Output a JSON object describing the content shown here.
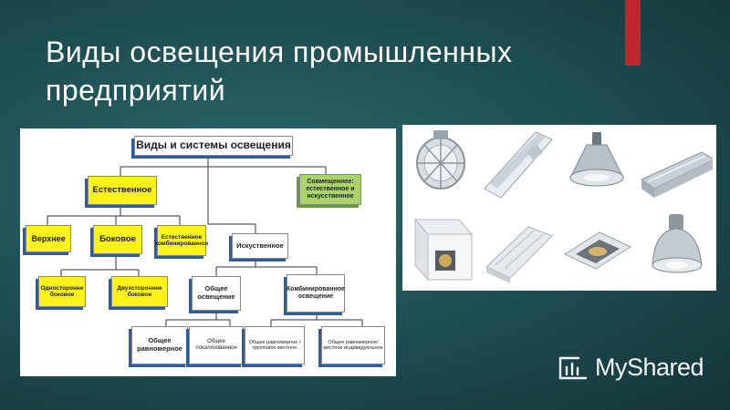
{
  "slide": {
    "title": "Виды освещения промышленных предприятий",
    "accent_color": "#c0272d"
  },
  "diagram": {
    "root": "Виды и системы освещения",
    "natural": "Естественное",
    "combined": "Совмещенное: естественное и искусственное",
    "top": "Верхнее",
    "side": "Боковое",
    "natural_combined": "Естественное комбинированное",
    "one_sided": "Односторонне боковое",
    "two_sided": "Двухстороннее боковое",
    "artificial": "Искуственное",
    "general": "Общее освещение",
    "combined_lighting": "Комбинированное освещение",
    "general_uniform": "Общее равномерное",
    "general_localized": "Общее локализованное",
    "general_group": "Общее равномерное / групповое местное",
    "general_individual": "Общее равномерное/ местное индивидуальное"
  },
  "photos": [
    {
      "name": "round-fixture"
    },
    {
      "name": "tube-fixture"
    },
    {
      "name": "pendant-lamp"
    },
    {
      "name": "linear-housing"
    },
    {
      "name": "box-fixture"
    },
    {
      "name": "flat-panel-fixture"
    },
    {
      "name": "recessed-fixture"
    },
    {
      "name": "high-bay-lamp"
    }
  ],
  "watermark": {
    "text": "MyShared",
    "icon": "myshared-logo-icon"
  }
}
